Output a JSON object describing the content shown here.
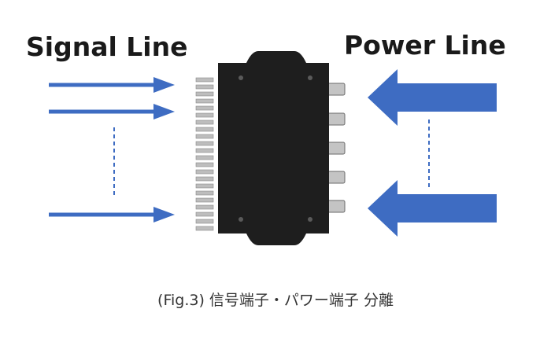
{
  "labels": {
    "signal_line": "Signal Line",
    "power_line": "Power Line"
  },
  "caption": "(Fig.3) 信号端子・パワー端子 分離",
  "colors": {
    "arrow": "#3e6cc2",
    "chip": "#1e1e1e",
    "pin": "#bdbdbd",
    "background": "#ffffff"
  }
}
